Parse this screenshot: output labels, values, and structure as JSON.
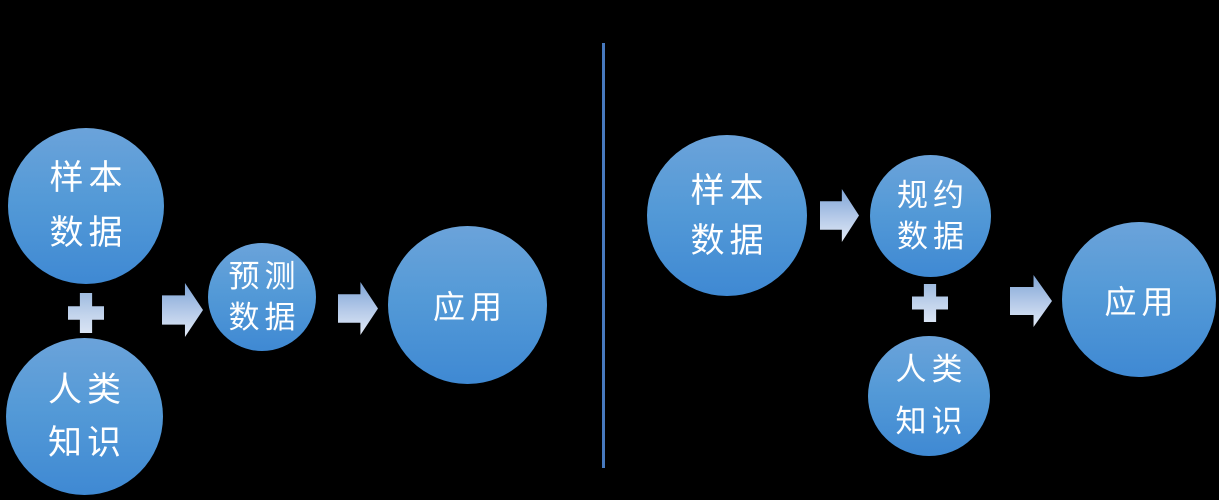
{
  "canvas": {
    "background": "#000000"
  },
  "colors": {
    "circle_gradient_top": "#6BA3DA",
    "circle_gradient_bottom": "#3F89D3",
    "arrow_gradient_top": "#7FA5D6",
    "arrow_gradient_bottom": "#E2EAF6",
    "plus_gradient_top": "#9FBCE0",
    "plus_gradient_bottom": "#D9E4F4",
    "divider": "#4779BE",
    "text": "#FFFFFF"
  },
  "left_flow": {
    "sample_data": {
      "line1": "样本",
      "line2": "数据"
    },
    "plus": "+",
    "human_knowledge": {
      "line1": "人类",
      "line2": "知识"
    },
    "predicted_data": {
      "line1": "预测",
      "line2": "数据"
    },
    "application": {
      "label": "应用"
    }
  },
  "right_flow": {
    "sample_data": {
      "line1": "样本",
      "line2": "数据"
    },
    "reduced_data": {
      "line1": "规约",
      "line2": "数据"
    },
    "plus": "+",
    "human_knowledge": {
      "line1": "人类",
      "line2": "知识"
    },
    "application": {
      "label": "应用"
    }
  }
}
